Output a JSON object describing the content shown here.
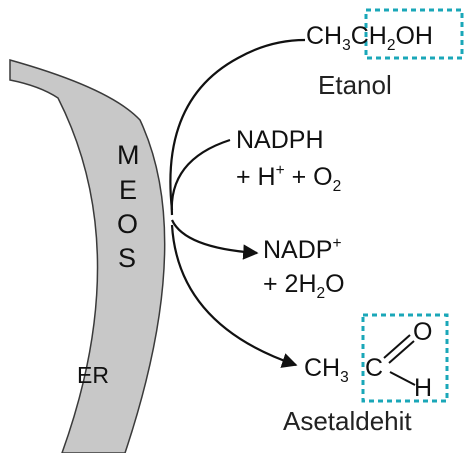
{
  "membrane": {
    "meos_letters": [
      "M",
      "E",
      "O",
      "S"
    ],
    "er_label": "ER"
  },
  "ethanol": {
    "ch": "CH",
    "sub1": "3",
    "ch2": "CH",
    "sub2": "2",
    "oh": "OH",
    "caption": "Etanol"
  },
  "nadph": {
    "line1": "NADPH",
    "plus_h": "+ H",
    "h_sup": "+",
    "plus_o": " + O",
    "o_sub": "2"
  },
  "nadp": {
    "line1": "NADP",
    "line1_sup": "+",
    "line2_prefix": "+ 2H",
    "line2_sub": "2",
    "line2_suffix": "O"
  },
  "acetaldehyde": {
    "ch": "CH",
    "sub": "3",
    "c": "C",
    "o": "O",
    "h": "H",
    "caption": "Asetaldehit"
  },
  "colors": {
    "membrane_fill": "#c8c8c8",
    "membrane_stroke": "#3a3a3a",
    "highlight_box": "#1aa7b8",
    "arrow": "#111111"
  }
}
